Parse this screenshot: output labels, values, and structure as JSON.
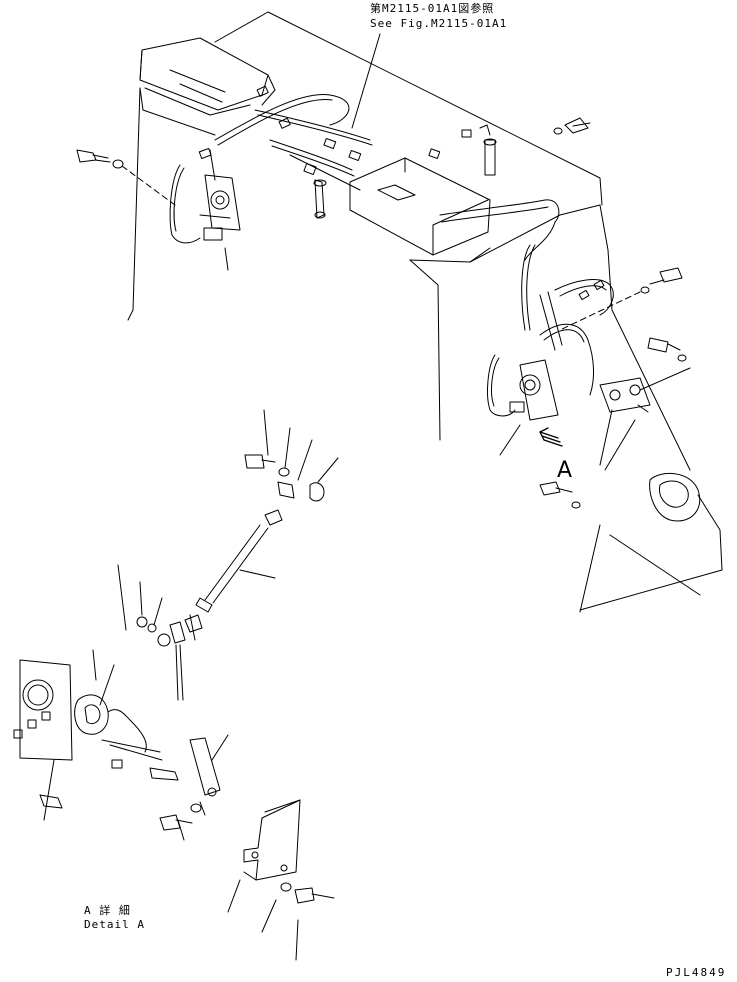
{
  "references": {
    "japanese": "第M2115-01A1図参照",
    "english": "See Fig.M2115-01A1"
  },
  "view_marker": "A",
  "detail": {
    "japanese": "A 詳 細",
    "english": "Detail A"
  },
  "drawing_number": "PJL4849",
  "colors": {
    "line": "#000000",
    "background": "#ffffff"
  }
}
